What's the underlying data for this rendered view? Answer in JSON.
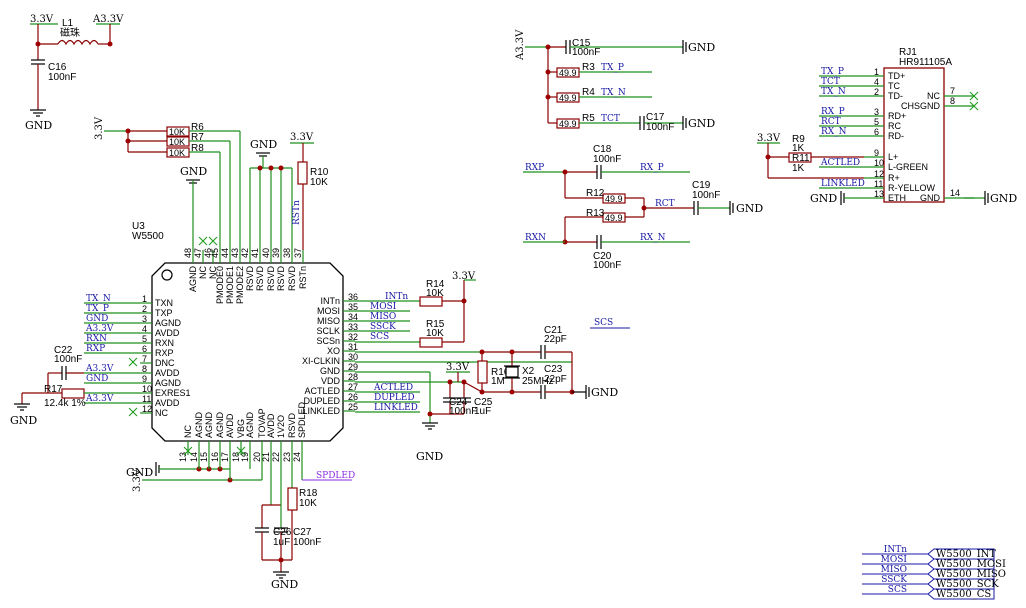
{
  "power": {
    "v33": "3.3V",
    "a33": "A3.3V",
    "gnd": "GND"
  },
  "inductor": {
    "ref": "L1",
    "value": "磁珠"
  },
  "caps": {
    "c16": {
      "ref": "C16",
      "value": "100nF"
    },
    "c15": {
      "ref": "C15",
      "value": "100nF"
    },
    "c17": {
      "ref": "C17",
      "value": "100nF"
    },
    "c18": {
      "ref": "C18",
      "value": "100nF"
    },
    "c19": {
      "ref": "C19",
      "value": "100nF"
    },
    "c20": {
      "ref": "C20",
      "value": "100nF"
    },
    "c21": {
      "ref": "C21",
      "value": "22pF"
    },
    "c22": {
      "ref": "C22",
      "value": "100nF"
    },
    "c23": {
      "ref": "C23",
      "value": "22pF"
    },
    "c24": {
      "ref": "C24",
      "value": "100nF"
    },
    "c25": {
      "ref": "C25",
      "value": "1uF"
    },
    "c26": {
      "ref": "C26",
      "value": "1uF"
    },
    "c27": {
      "ref": "C27",
      "value": "100nF"
    }
  },
  "resistors": {
    "r6": {
      "ref": "R6",
      "value": "10K"
    },
    "r7": {
      "ref": "R7",
      "value": "10K"
    },
    "r8": {
      "ref": "R8",
      "value": "10K"
    },
    "r10": {
      "ref": "R10",
      "value": "10K"
    },
    "r14": {
      "ref": "R14",
      "value": "10K"
    },
    "r15": {
      "ref": "R15",
      "value": "10K"
    },
    "r16": {
      "ref": "R16",
      "value": "1M"
    },
    "r17": {
      "ref": "R17",
      "value": "12.4k 1%"
    },
    "r18": {
      "ref": "R18",
      "value": "10K"
    },
    "r3": {
      "ref": "R3",
      "value": "49.9"
    },
    "r4": {
      "ref": "R4",
      "value": "49.9"
    },
    "r5": {
      "ref": "R5",
      "value": "49.9"
    },
    "r12": {
      "ref": "R12",
      "value": "49.9"
    },
    "r13": {
      "ref": "R13",
      "value": "49.9"
    },
    "r9": {
      "ref": "R9",
      "value": "1K"
    },
    "r11": {
      "ref": "R11",
      "value": "1K"
    }
  },
  "crystal": {
    "ref": "X2",
    "value": "25MHz"
  },
  "u3": {
    "ref": "U3",
    "part": "W5500",
    "left": [
      {
        "num": "1",
        "name": "TXN",
        "net": "TX_N"
      },
      {
        "num": "2",
        "name": "TXP",
        "net": "TX_P"
      },
      {
        "num": "3",
        "name": "AGND",
        "net": "GND"
      },
      {
        "num": "4",
        "name": "AVDD",
        "net": "A3.3V"
      },
      {
        "num": "5",
        "name": "RXN",
        "net": "RXN"
      },
      {
        "num": "6",
        "name": "RXP",
        "net": "RXP"
      },
      {
        "num": "7",
        "name": "DNC",
        "net": ""
      },
      {
        "num": "8",
        "name": "AVDD",
        "net": "A3.3V"
      },
      {
        "num": "9",
        "name": "AGND",
        "net": "GND"
      },
      {
        "num": "10",
        "name": "EXRES1",
        "net": ""
      },
      {
        "num": "11",
        "name": "AVDD",
        "net": "A3.3V"
      },
      {
        "num": "12",
        "name": "NC",
        "net": ""
      }
    ],
    "right": [
      {
        "num": "36",
        "name": "INTn",
        "net": "INTn"
      },
      {
        "num": "35",
        "name": "MOSI",
        "net": "MOSI"
      },
      {
        "num": "34",
        "name": "MISO",
        "net": "MISO"
      },
      {
        "num": "33",
        "name": "SCLK",
        "net": "SSCK"
      },
      {
        "num": "32",
        "name": "SCSn",
        "net": "SCS"
      },
      {
        "num": "31",
        "name": "XO",
        "net": ""
      },
      {
        "num": "30",
        "name": "XI-CLKIN",
        "net": ""
      },
      {
        "num": "29",
        "name": "GND",
        "net": ""
      },
      {
        "num": "28",
        "name": "VDD",
        "net": ""
      },
      {
        "num": "27",
        "name": "ACTLED",
        "net": "ACTLED"
      },
      {
        "num": "26",
        "name": "DUPLED",
        "net": "DUPLED"
      },
      {
        "num": "25",
        "name": "LINKLED",
        "net": "LINKLED"
      }
    ],
    "top": [
      {
        "num": "48",
        "name": "AGND"
      },
      {
        "num": "47",
        "name": "NC"
      },
      {
        "num": "46",
        "name": "NC"
      },
      {
        "num": "45",
        "name": "PMODE0"
      },
      {
        "num": "44",
        "name": "PMODE1"
      },
      {
        "num": "43",
        "name": "PMODE2"
      },
      {
        "num": "42",
        "name": "RSVD"
      },
      {
        "num": "41",
        "name": "RSVD"
      },
      {
        "num": "40",
        "name": "RSVD"
      },
      {
        "num": "39",
        "name": "RSVD"
      },
      {
        "num": "38",
        "name": "RSVD"
      },
      {
        "num": "37",
        "name": "RSTn"
      }
    ],
    "bottom": [
      {
        "num": "13",
        "name": "NC"
      },
      {
        "num": "14",
        "name": "AGND"
      },
      {
        "num": "15",
        "name": "AGND"
      },
      {
        "num": "16",
        "name": "AGND"
      },
      {
        "num": "17",
        "name": "AVDD"
      },
      {
        "num": "18",
        "name": "VBG"
      },
      {
        "num": "19",
        "name": "AGND"
      },
      {
        "num": "20",
        "name": "TOVAP"
      },
      {
        "num": "21",
        "name": "AVDD"
      },
      {
        "num": "22",
        "name": "1V2O"
      },
      {
        "num": "23",
        "name": "RSVD"
      },
      {
        "num": "24",
        "name": "SPDLED"
      }
    ]
  },
  "rj1": {
    "ref": "RJ1",
    "part": "HR911105A",
    "pins": [
      {
        "num": "1",
        "name": "TD+",
        "net": "TX_P"
      },
      {
        "num": "4",
        "name": "TC",
        "net": "TCT"
      },
      {
        "num": "2",
        "name": "TD-",
        "net": "TX_N"
      },
      {
        "num": "7",
        "name": "NC",
        "net": ""
      },
      {
        "num": "8",
        "name": "CHSGND",
        "net": ""
      },
      {
        "num": "3",
        "name": "RD+",
        "net": "RX_P"
      },
      {
        "num": "5",
        "name": "RC",
        "net": "RCT"
      },
      {
        "num": "6",
        "name": "RD-",
        "net": "RX_N"
      },
      {
        "num": "9",
        "name": "L+",
        "net": ""
      },
      {
        "num": "10",
        "name": "L-GREEN",
        "net": "ACTLED"
      },
      {
        "num": "12",
        "name": "R+",
        "net": ""
      },
      {
        "num": "11",
        "name": "R-YELLOW",
        "net": "LINKLED"
      },
      {
        "num": "13",
        "name": "ETH",
        "net": ""
      },
      {
        "num": "14",
        "name": "GND",
        "net": ""
      }
    ]
  },
  "nets": {
    "tx_p": "TX_P",
    "tx_n": "TX_N",
    "tct": "TCT",
    "rx_p": "RX_P",
    "rx_n": "RX_N",
    "rct": "RCT",
    "rxp": "RXP",
    "rxn": "RXN",
    "intn": "INTn",
    "mosi": "MOSI",
    "miso": "MISO",
    "ssck": "SSCK",
    "scs": "SCS",
    "actled": "ACTLED",
    "dupled": "DUPLED",
    "linkled": "LINKLED",
    "spdled": "SPDLED",
    "rstn": "RSTn"
  },
  "ports": [
    {
      "net": "INTn",
      "label": "W5500_INT"
    },
    {
      "net": "MOSI",
      "label": "W5500_MOSI"
    },
    {
      "net": "MISO",
      "label": "W5500_MISO"
    },
    {
      "net": "SSCK",
      "label": "W5500_SCK"
    },
    {
      "net": "SCS",
      "label": "W5500_CS"
    }
  ]
}
